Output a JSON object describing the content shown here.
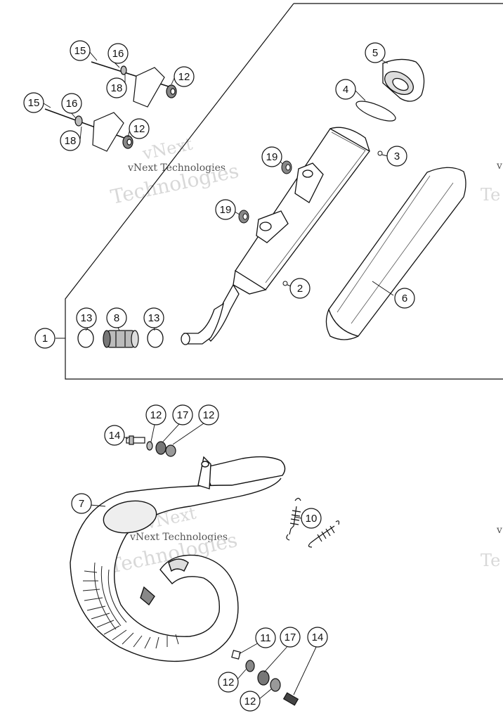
{
  "callouts": {
    "c1": "1",
    "c2": "2",
    "c3": "3",
    "c4": "4",
    "c5": "5",
    "c6": "6",
    "c7": "7",
    "c8": "8",
    "c10": "10",
    "c11": "11",
    "c12": "12",
    "c13": "13",
    "c14": "14",
    "c15": "15",
    "c16": "16",
    "c17": "17",
    "c18": "18",
    "c19": "19"
  },
  "watermark": {
    "line1": "vNext",
    "line2": "vNext Technologies",
    "line3": "Technologies",
    "edge_v": "v",
    "edge_te": "Te"
  }
}
